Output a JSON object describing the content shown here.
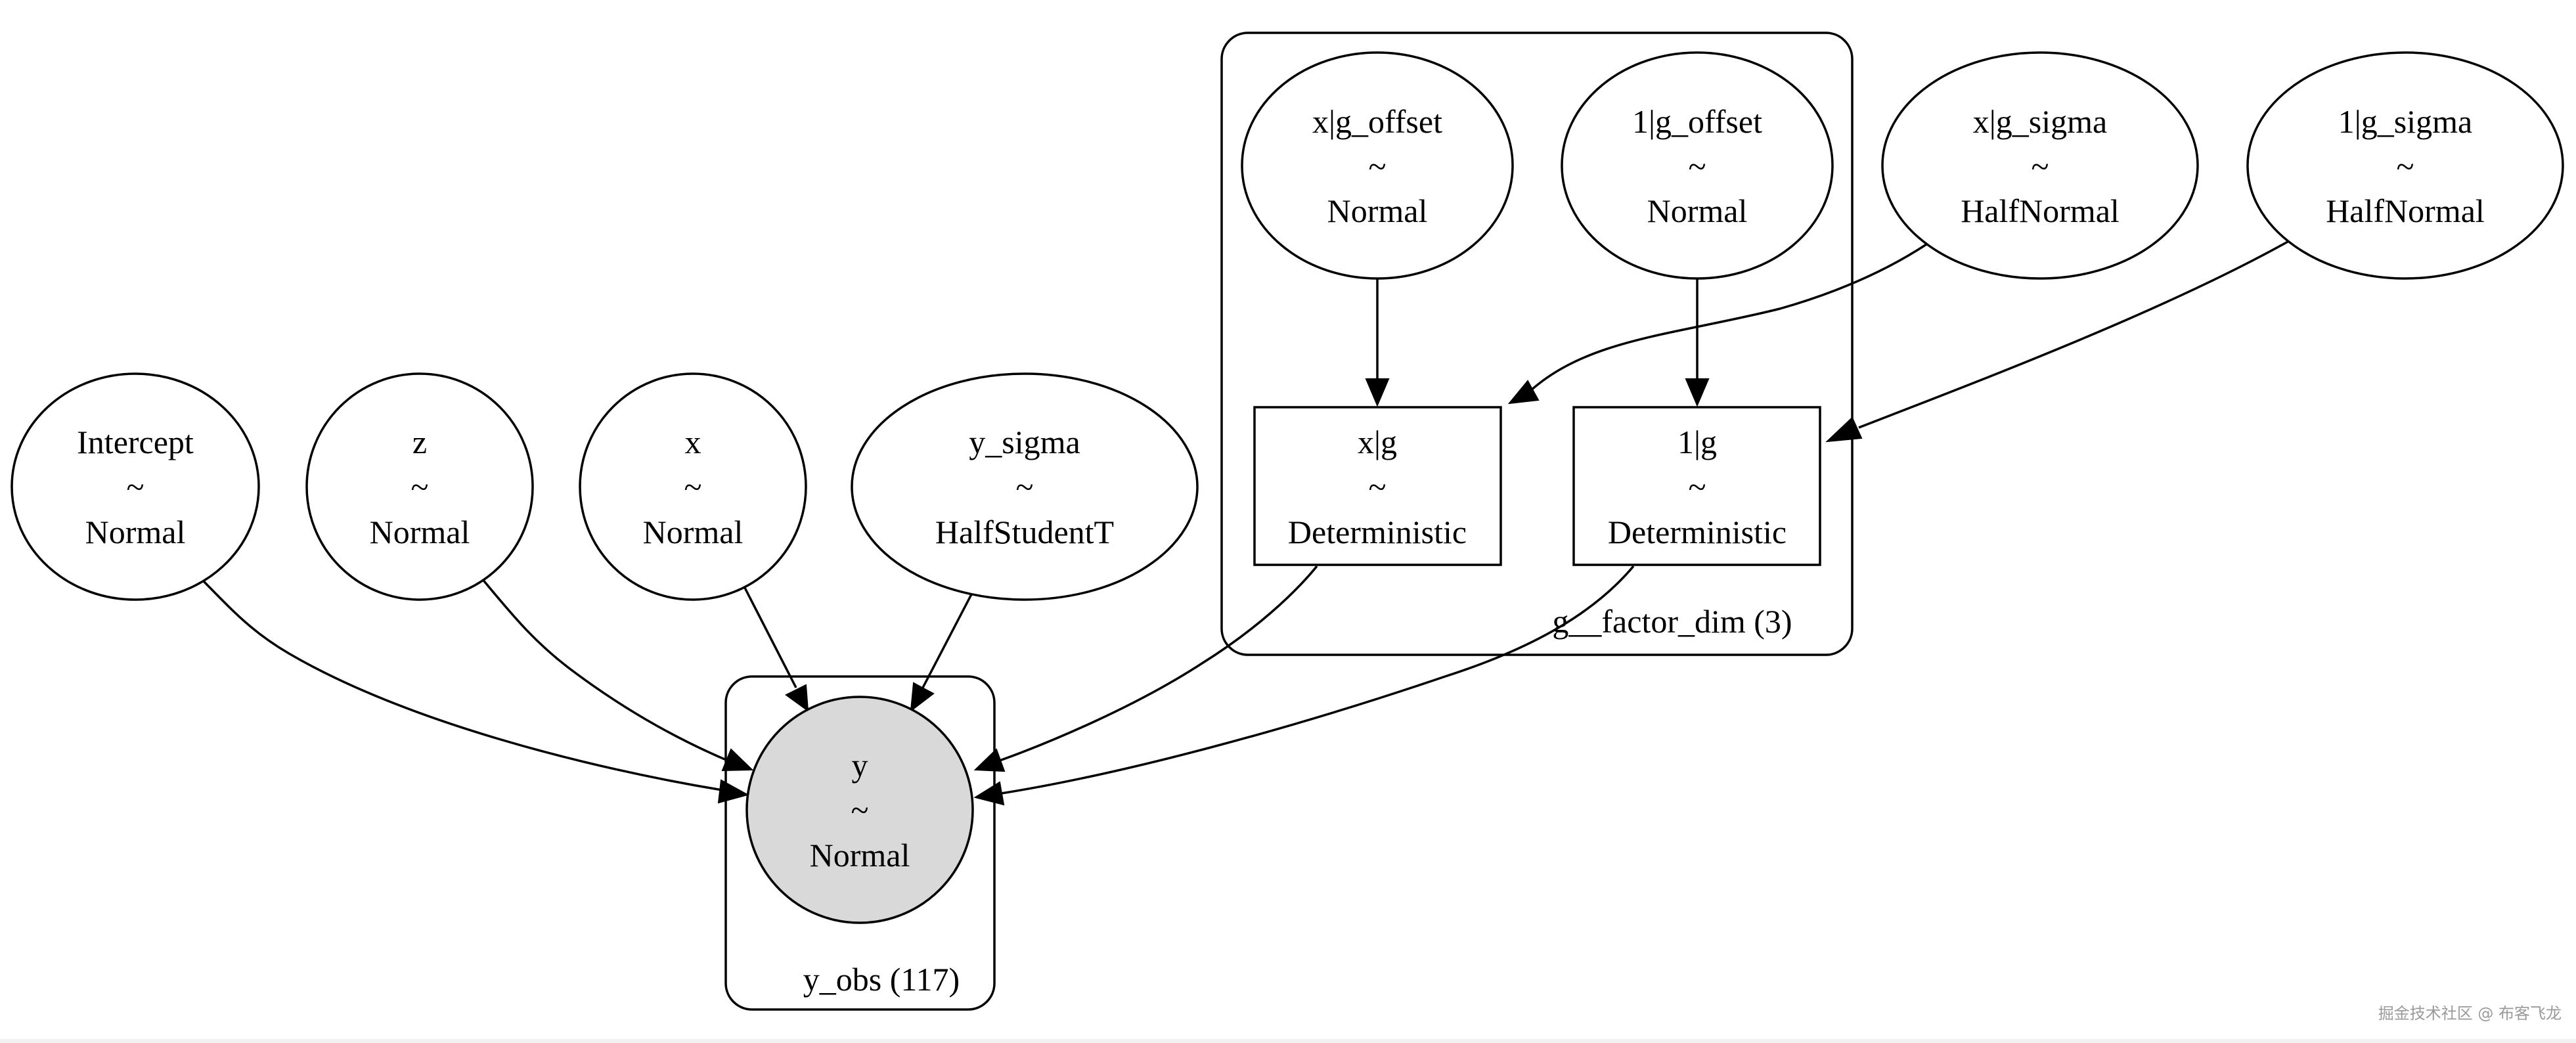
{
  "plates": [
    {
      "id": "g_factor_dim",
      "label": "g__factor_dim (3)"
    },
    {
      "id": "y_obs",
      "label": "y_obs (117)"
    }
  ],
  "nodes": [
    {
      "id": "intercept",
      "name": "Intercept",
      "tilde": "~",
      "dist": "Normal",
      "observed": false
    },
    {
      "id": "z",
      "name": "z",
      "tilde": "~",
      "dist": "Normal",
      "observed": false
    },
    {
      "id": "x",
      "name": "x",
      "tilde": "~",
      "dist": "Normal",
      "observed": false
    },
    {
      "id": "y_sigma",
      "name": "y_sigma",
      "tilde": "~",
      "dist": "HalfStudentT",
      "observed": false
    },
    {
      "id": "xg_offset",
      "name": "x|g_offset",
      "tilde": "~",
      "dist": "Normal",
      "observed": false
    },
    {
      "id": "1g_offset",
      "name": "1|g_offset",
      "tilde": "~",
      "dist": "Normal",
      "observed": false
    },
    {
      "id": "xg_sigma",
      "name": "x|g_sigma",
      "tilde": "~",
      "dist": "HalfNormal",
      "observed": false
    },
    {
      "id": "1g_sigma",
      "name": "1|g_sigma",
      "tilde": "~",
      "dist": "HalfNormal",
      "observed": false
    },
    {
      "id": "xg",
      "name": "x|g",
      "tilde": "~",
      "dist": "Deterministic",
      "observed": false
    },
    {
      "id": "1g",
      "name": "1|g",
      "tilde": "~",
      "dist": "Deterministic",
      "observed": false
    },
    {
      "id": "y",
      "name": "y",
      "tilde": "~",
      "dist": "Normal",
      "observed": true
    }
  ],
  "edges": [
    {
      "from": "intercept",
      "to": "y"
    },
    {
      "from": "z",
      "to": "y"
    },
    {
      "from": "x",
      "to": "y"
    },
    {
      "from": "y_sigma",
      "to": "y"
    },
    {
      "from": "xg_offset",
      "to": "xg"
    },
    {
      "from": "1g_offset",
      "to": "1g"
    },
    {
      "from": "xg_sigma",
      "to": "xg"
    },
    {
      "from": "1g_sigma",
      "to": "1g"
    },
    {
      "from": "xg",
      "to": "y"
    },
    {
      "from": "1g",
      "to": "y"
    }
  ],
  "watermark": "掘金技术社区 @ 布客飞龙"
}
